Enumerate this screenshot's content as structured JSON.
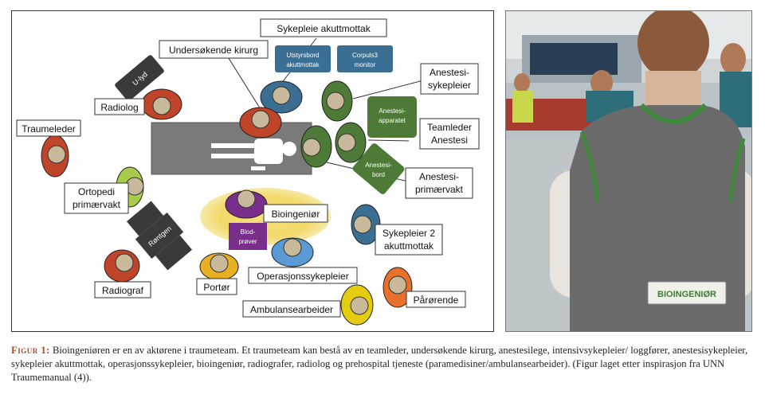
{
  "diagram": {
    "labels": {
      "sykepleie_akuttmottak": "Sykepleie akuttmottak",
      "undersokende_kirurg": "Undersøkende kirurg",
      "utstyrsbord_1": "Utstyrsbord",
      "utstyrsbord_2": "akuttmottak",
      "corpuls_1": "Corpuls3",
      "corpuls_2": "monitor",
      "u_lyd": "U-lyd",
      "radiolog": "Radiolog",
      "traumeleder": "Traumeleder",
      "anestesisykepleier_1": "Anestesi-",
      "anestesisykepleier_2": "sykepleier",
      "anestesiapparatet_1": "Anestesi-",
      "anestesiapparatet_2": "apparatet",
      "teamleder_1": "Teamleder",
      "teamleder_2": "Anestesi",
      "anestesibord_1": "Anestesi-",
      "anestesibord_2": "bord",
      "anestesiprimaervakt_1": "Anestesi-",
      "anestesiprimaervakt_2": "primærvakt",
      "ortopedi_1": "Ortopedi",
      "ortopedi_2": "primærvakt",
      "bioingenior": "Bioingeniør",
      "blodprover_1": "Blod-",
      "blodprover_2": "prøver",
      "rontgen": "Røntgen",
      "sykepleier2_1": "Sykepleier 2",
      "sykepleier2_2": "akuttmottak",
      "radiograf": "Radiograf",
      "portor": "Portør",
      "operasjonssykepleier": "Operasjonssykepleier",
      "parorende": "Pårørende",
      "ambulansearbeider": "Ambulansearbeider"
    },
    "colors": {
      "red": "#c0442a",
      "blue": "#3a6e93",
      "green": "#4d7a37",
      "purple": "#7a2e8c",
      "orange": "#e8702a",
      "yellow": "#e4cc10",
      "amber": "#e8b020",
      "lightblue": "#5b9bd5",
      "lime": "#a7cc4c",
      "bed": "#7a7a7a",
      "highlight": "#f6e27a"
    }
  },
  "photo": {
    "vest_label": "BIOINGENIØR"
  },
  "caption": {
    "figure_label": "Figur 1:",
    "text": " Bioingeniøren er en av aktørene i traumeteam. Et traumeteam kan bestå av en teamleder, undersøkende kirurg, anestesilege, intensivsykepleier/ loggfører, anestesisykepleier, sykepleier akuttmottak, operasjonssykepleier, bioingeniør, radiografer, radiolog og prehospital tjeneste (paramedisiner/ambulansearbeider). (Figur laget etter inspirasjon fra UNN Traumemanual (4))."
  }
}
